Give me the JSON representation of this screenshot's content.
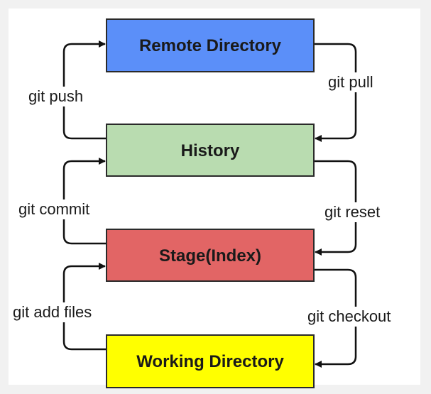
{
  "diagram": {
    "nodes": {
      "remote": {
        "label": "Remote Directory",
        "color": "#5b8ff9"
      },
      "history": {
        "label": "History",
        "color": "#b9dcb0"
      },
      "stage": {
        "label": "Stage(Index)",
        "color": "#e26565"
      },
      "working": {
        "label": "Working Directory",
        "color": "#ffff00"
      }
    },
    "edges": {
      "git_push": {
        "label": "git push",
        "from": "history",
        "to": "remote"
      },
      "git_pull": {
        "label": "git pull",
        "from": "remote",
        "to": "history"
      },
      "git_commit": {
        "label": "git commit",
        "from": "stage",
        "to": "history"
      },
      "git_reset": {
        "label": "git reset",
        "from": "history",
        "to": "stage"
      },
      "git_add": {
        "label": "git add files",
        "from": "working",
        "to": "stage"
      },
      "git_checkout": {
        "label": "git checkout",
        "from": "stage",
        "to": "working"
      }
    }
  }
}
